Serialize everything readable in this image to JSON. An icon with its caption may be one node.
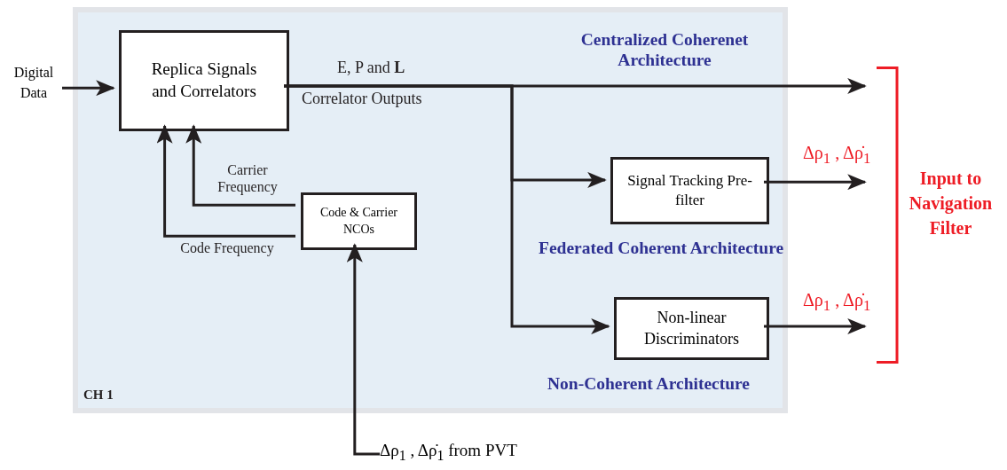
{
  "diagram": {
    "nodes": [
      {
        "text": [
          "CH 1"
        ]
      },
      {
        "text": [
          "Replica Signals and Correlators"
        ],
        "in": 0
      },
      {
        "text": [
          "Code & Carrier NCOs"
        ],
        "in": 0
      },
      {
        "text": [
          "Signal Tracking Pre-filter"
        ],
        "in": 0,
        "beside": [
          "Federated Coherent Architecture"
        ]
      },
      {
        "text": [
          "Non-linear Discriminators"
        ],
        "in": 0,
        "beside": [
          "Non-Coherent Architecture"
        ]
      },
      {
        "text": [
          "Digital Data"
        ]
      },
      {
        "text": [
          "Δρ$_{1}$ , Δρ̇$_{1}$ from PVT"
        ]
      },
      {
        "text": [
          "Input to Navigation Filter"
        ]
      }
    ],
    "edges": [
      {
        "from": 5,
        "to": 1,
        "arrow": "to"
      },
      {
        "from": 1,
        "to": 7,
        "arrow": "to"
      },
      {
        "from": 1,
        "to": 3,
        "arrow": "to"
      },
      {
        "from": 1,
        "to": 4,
        "arrow": "to"
      },
      {
        "from": 2,
        "to": 1,
        "arrow": "to",
        "label": "Carrier Frequency"
      },
      {
        "from": 2,
        "to": 1,
        "arrow": "to",
        "label": "Code Frequency"
      },
      {
        "from": 6,
        "to": 2,
        "arrow": "to"
      },
      {
        "from": 3,
        "to": 7,
        "arrow": "to"
      },
      {
        "from": 4,
        "to": 7,
        "arrow": "to"
      }
    ],
    "labels": [
      "Centralized Coherenet Architecture",
      "E, P and **L**",
      "Correlator Outputs",
      "Δρ$_{1}$ , Δρ̇$_{1}$",
      "Δρ$_{1}$ , Δρ̇$_{1}$"
    ]
  }
}
